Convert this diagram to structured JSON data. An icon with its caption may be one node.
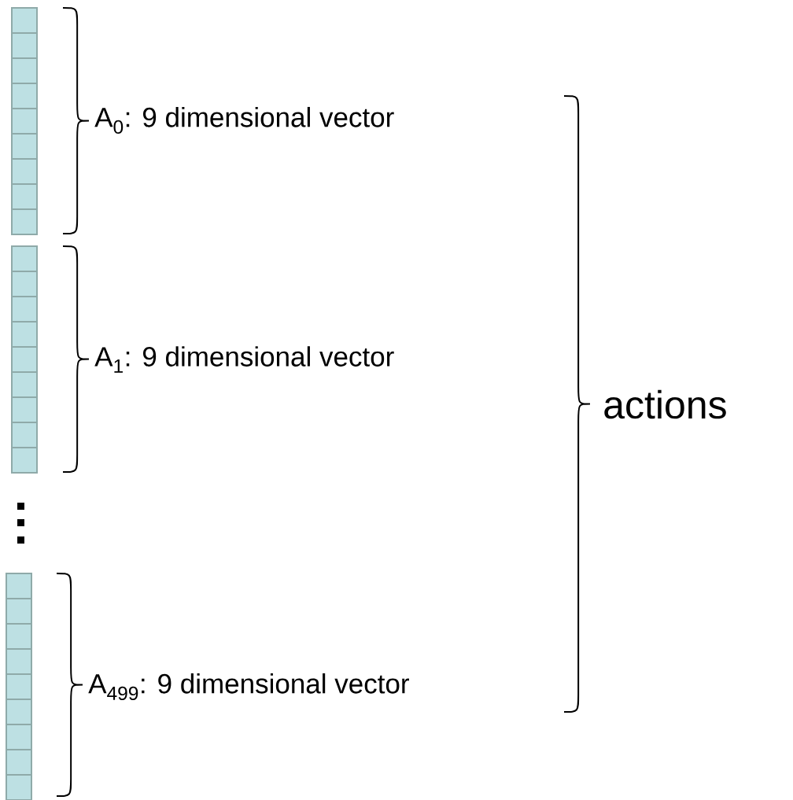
{
  "diagram": {
    "labels": [
      "A$_{0}$: 9 dimensional vector",
      "A$_{1}$: 9 dimensional vector",
      "A$_{499}$: 9 dimensional vector",
      "actions"
    ]
  }
}
